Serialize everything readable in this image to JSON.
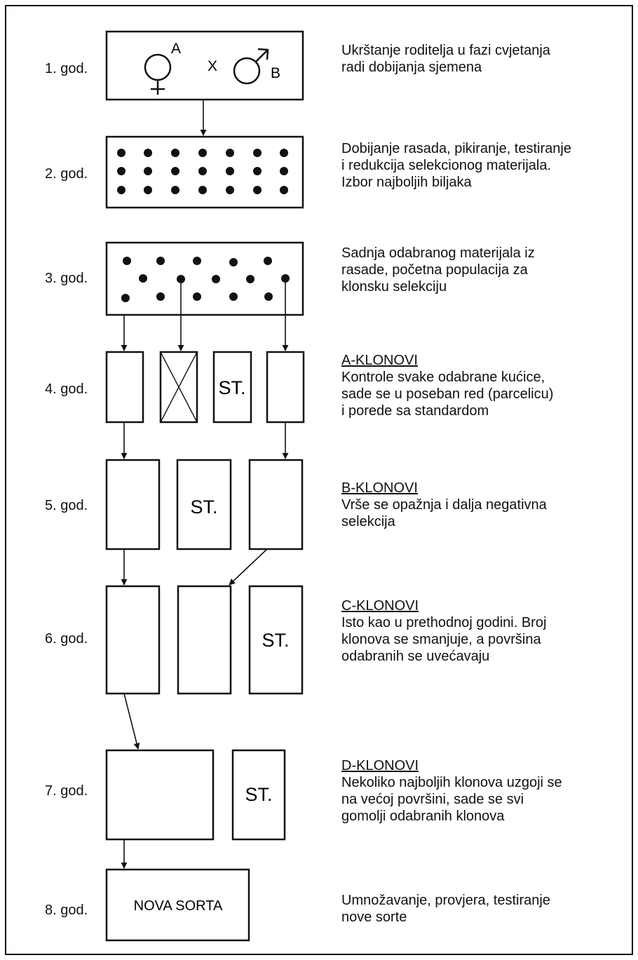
{
  "rows": [
    {
      "year": "1. god.",
      "title": "",
      "lines": [
        "Ukrštanje roditelja u fazi cvjetanja",
        "radi dobijanja sjemena"
      ]
    },
    {
      "year": "2. god.",
      "title": "",
      "lines": [
        "Dobijanje rasada, pikiranje, testiranje",
        "i redukcija selekcionog materijala.",
        "Izbor najboljih biljaka"
      ]
    },
    {
      "year": "3. god.",
      "title": "",
      "lines": [
        "Sadnja odabranog materijala iz",
        "rasade, početna populacija za",
        "klonsku selekciju"
      ]
    },
    {
      "year": "4. god.",
      "title": "A-KLONOVI",
      "lines": [
        "Kontrole svake odabrane kućice,",
        "sade se u poseban red (parcelicu)",
        "i porede sa standardom"
      ]
    },
    {
      "year": "5. god.",
      "title": "B-KLONOVI",
      "lines": [
        "Vrše se opažnja i dalja negativna",
        "selekcija"
      ]
    },
    {
      "year": "6. god.",
      "title": "C-KLONOVI",
      "lines": [
        "Isto kao u prethodnoj godini. Broj",
        "klonova se smanjuje, a površina",
        "odabranih se uvećavaju"
      ]
    },
    {
      "year": "7. god.",
      "title": "D-KLONOVI",
      "lines": [
        "Nekoliko najboljih klonova uzgoji se",
        "na većoj površini, sade se svi",
        "gomolji odabranih klonova"
      ]
    },
    {
      "year": "8. god.",
      "title": "",
      "lines": [
        "Umnožavanje, provjera, testiranje",
        "nove sorte"
      ]
    }
  ],
  "cross": {
    "female_label": "A",
    "cross_sign": "X",
    "male_label": "B"
  },
  "standard_label": "ST.",
  "final_label": "NOVA SORTA"
}
